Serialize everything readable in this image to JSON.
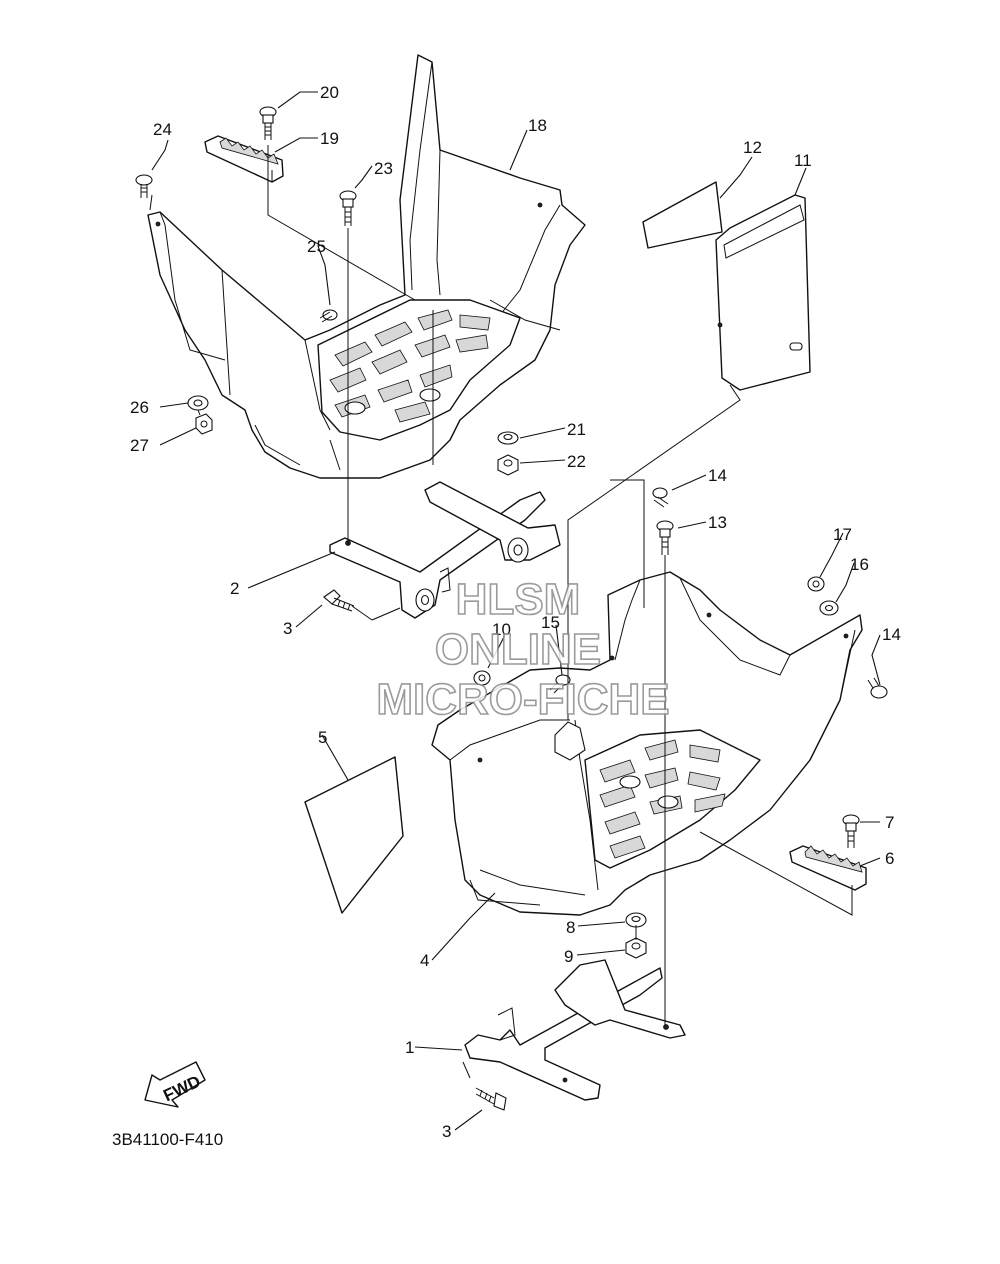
{
  "diagram": {
    "ref_code": "3B41100-F410",
    "fwd_label": "FWD",
    "watermark": [
      "HLSM",
      "ONLINE",
      "MICRO-FICHE"
    ],
    "callouts": [
      "20",
      "19",
      "24",
      "23",
      "18",
      "12",
      "11",
      "25",
      "26",
      "27",
      "21",
      "22",
      "2",
      "3",
      "14",
      "13",
      "17",
      "16",
      "10",
      "15",
      "14",
      "5",
      "7",
      "6",
      "4",
      "8",
      "9",
      "1",
      "3"
    ]
  }
}
